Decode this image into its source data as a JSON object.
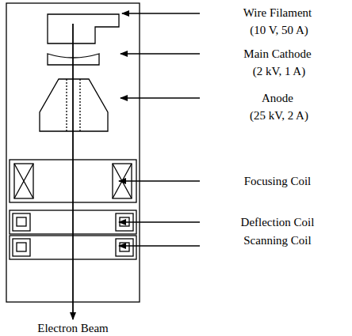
{
  "diagram": {
    "labels": [
      "Wire Filament",
      "(10 V, 50 A)",
      "Main Cathode",
      "(2 kV, 1 A)",
      "Anode",
      "(25 kV, 2 A)",
      "Focusing Coil",
      "Deflection Coil",
      "Scanning Coil",
      "Electron Beam"
    ]
  }
}
